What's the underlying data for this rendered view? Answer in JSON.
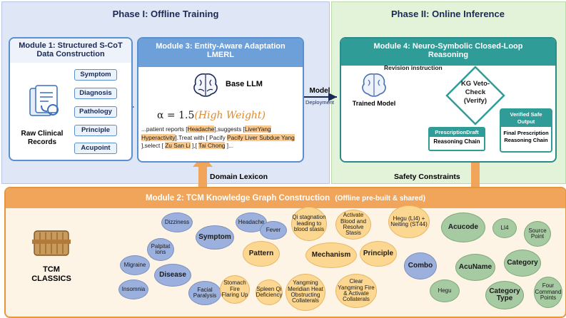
{
  "phase1": {
    "title": "Phase I: Offline Training"
  },
  "phase2": {
    "title": "Phase II: Online Inference"
  },
  "module1": {
    "title": "Module 1: Structured S-CoT Data Construction",
    "raw_label": "Raw Clinical Records",
    "steps": [
      "Symptom",
      "Diagnosis",
      "Pathology",
      "Principle",
      "Acupoint"
    ]
  },
  "module3": {
    "title": "Module 3: Entity-Aware Adaptation LMERL",
    "base_llm": "Base LLM",
    "formula_prefix": "α = 1.5",
    "formula_suffix": "(High Weight)",
    "sample": {
      "t1": "...patient reports [",
      "e1": "Headache",
      "t2": "],suggests [",
      "e2": "LiverYang Hyperactivity",
      "t3": "].Treat with [ Pacify ",
      "e3": "Pacify Liver Subdue Yang",
      "t4": " ],select [ ",
      "e4": "Zu San Li",
      "t5": " ],[ ",
      "e5": "Tai Chong",
      "t6": " ]..."
    }
  },
  "model_deployment": {
    "label1": "Model",
    "label2": "Deployment"
  },
  "module4": {
    "title": "Module 4: Neuro-Symbolic Closed-Loop Reasoning",
    "revision": "Revision instruction",
    "trained_model": "Trained Model",
    "kg_check": "KG Veto-Check (Verify)",
    "prescription_draft": "PrescriptionDraft",
    "reasoning_chain": "Reasoning Chain",
    "verified_title": "Verified Safe Output",
    "verified_body": "Final Prescription Reasoning Chain"
  },
  "arrows": {
    "domain_lexicon": "Domain Lexicon",
    "safety_constraints": "Safety Constraints"
  },
  "module2": {
    "title": "Module 2: TCM Knowledge Graph Construction",
    "subtitle": "(Offline pre-built & shared)",
    "classics": "TCM CLASSICS",
    "nodes": {
      "dizziness": "Dizziness",
      "headache": "Headache",
      "fever": "Fever",
      "symptom": "Symptom",
      "palpitations": "Palpitat ions",
      "migraine": "Migraine",
      "disease": "Disease",
      "insomnia": "Insomnia",
      "facial": "Facial Paralysis",
      "pattern": "Pattern",
      "stomach_fire": "Stomach Fire Flaring Up",
      "spleen_qi": "Spleen Qi Deficiency",
      "qi_stagnation": "Qi stagnation leading to blood stasis",
      "mechanism": "Mechanism",
      "yangming_heat": "Yangming Meridian Heat Obstructing Collaterals",
      "activate_blood": "Activate Blood and Resolve Stasis",
      "principle": "Principle",
      "clear_yangming": "Clear Yangming Fire & Activate Collaterals",
      "hegu_neiting": "Hegu (LI4) + Neiting (ST44)",
      "combo": "Combo",
      "acucode": "Acucode",
      "li4": "LI4",
      "acuname": "AcuName",
      "hegu": "Hegu",
      "source_point": "Source Point",
      "category": "Category",
      "category_type": "Category Type",
      "four_command": "Four Command Points"
    }
  },
  "colors": {
    "orange": "#f0a55a",
    "blue": "#5a8fd0",
    "teal": "#2f9c98",
    "red": "#d03030"
  }
}
